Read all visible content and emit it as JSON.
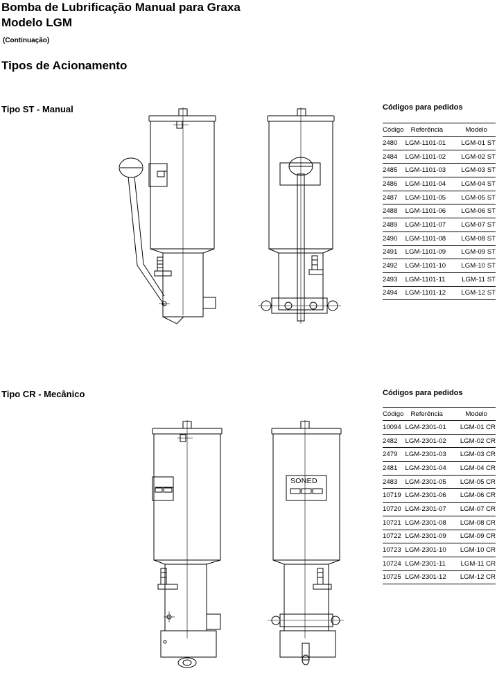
{
  "header": {
    "title_line1": "Bomba de Lubrificação Manual para Graxa",
    "title_line2": "Modelo LGM",
    "subtitle": "(Continuação)",
    "section": "Tipos de Acionamento"
  },
  "st": {
    "label": "Tipo ST - Manual",
    "codes_title": "Códigos para pedidos",
    "columns": [
      "Código",
      "Referência",
      "Modelo"
    ],
    "rows": [
      [
        "2480",
        "LGM-1101-01",
        "LGM-01 ST"
      ],
      [
        "2484",
        "LGM-1101-02",
        "LGM-02 ST"
      ],
      [
        "2485",
        "LGM-1101-03",
        "LGM-03 ST"
      ],
      [
        "2486",
        "LGM-1101-04",
        "LGM-04 ST"
      ],
      [
        "2487",
        "LGM-1101-05",
        "LGM-05 ST"
      ],
      [
        "2488",
        "LGM-1101-06",
        "LGM-06 ST"
      ],
      [
        "2489",
        "LGM-1101-07",
        "LGM-07 ST"
      ],
      [
        "2490",
        "LGM-1101-08",
        "LGM-08 ST"
      ],
      [
        "2491",
        "LGM-1101-09",
        "LGM-09 ST"
      ],
      [
        "2492",
        "LGM-1101-10",
        "LGM-10 ST"
      ],
      [
        "2493",
        "LGM-1101-11",
        "LGM-11 ST"
      ],
      [
        "2494",
        "LGM-1101-12",
        "LGM-12 ST"
      ]
    ]
  },
  "cr": {
    "label": "Tipo CR - Mecânico",
    "codes_title": "Códigos para pedidos",
    "columns": [
      "Código",
      "Referência",
      "Modelo"
    ],
    "rows": [
      [
        "10094",
        "LGM-2301-01",
        "LGM-01 CR"
      ],
      [
        "2482",
        "LGM-2301-02",
        "LGM-02 CR"
      ],
      [
        "2479",
        "LGM-2301-03",
        "LGM-03 CR"
      ],
      [
        "2481",
        "LGM-2301-04",
        "LGM-04 CR"
      ],
      [
        "2483",
        "LGM-2301-05",
        "LGM-05 CR"
      ],
      [
        "10719",
        "LGM-2301-06",
        "LGM-06 CR"
      ],
      [
        "10720",
        "LGM-2301-07",
        "LGM-07 CR"
      ],
      [
        "10721",
        "LGM-2301-08",
        "LGM-08 CR"
      ],
      [
        "10722",
        "LGM-2301-09",
        "LGM-09 CR"
      ],
      [
        "10723",
        "LGM-2301-10",
        "LGM-10 CR"
      ],
      [
        "10724",
        "LGM-2301-11",
        "LGM-11 CR"
      ],
      [
        "10725",
        "LGM-2301-12",
        "LGM-12 CR"
      ]
    ],
    "panel_text": "SONED"
  }
}
